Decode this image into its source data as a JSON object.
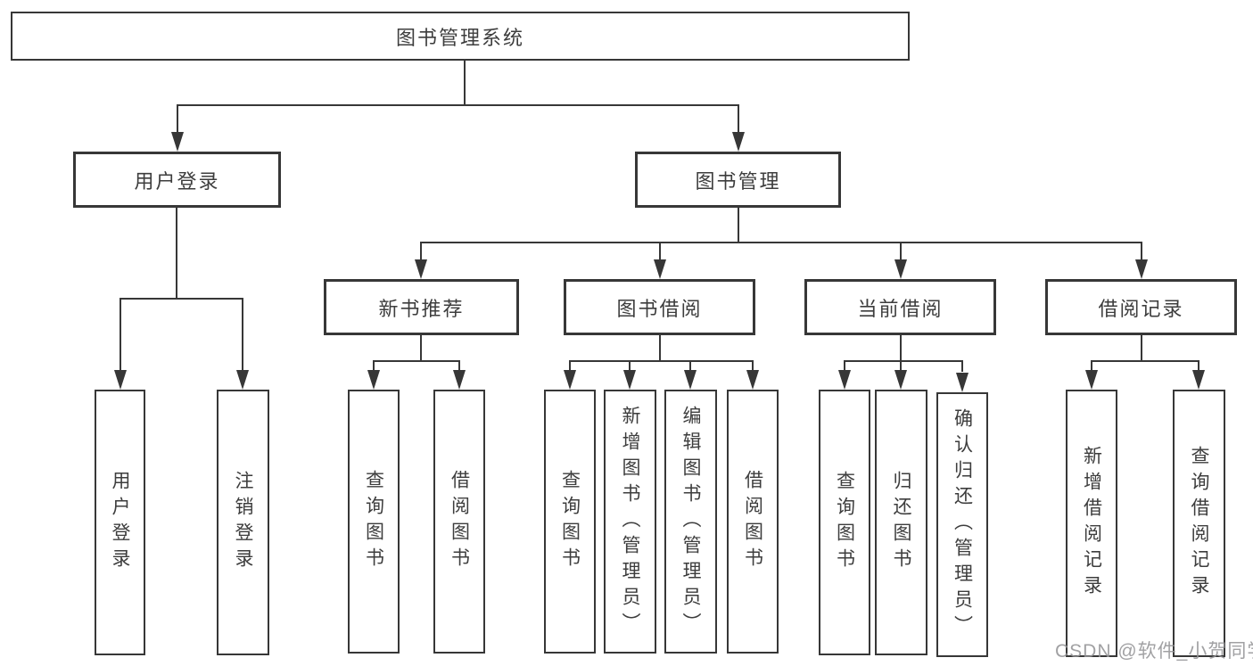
{
  "watermark": "CSDN @软件_小贺同学",
  "colors": {
    "line": "#373737",
    "text": "#3d3d3d",
    "background": "#ffffff",
    "watermark": "#949496"
  },
  "chart_type": "hierarchy-diagram",
  "tree": {
    "root": {
      "label": "图书管理系统",
      "children": [
        {
          "label": "用户登录",
          "children": [
            {
              "label": "用户登录"
            },
            {
              "label": "注销登录"
            }
          ]
        },
        {
          "label": "图书管理",
          "children": [
            {
              "label": "新书推荐",
              "children": [
                {
                  "label": "查询图书"
                },
                {
                  "label": "借阅图书"
                }
              ]
            },
            {
              "label": "图书借阅",
              "children": [
                {
                  "label": "查询图书"
                },
                {
                  "label": "新增图书（管理员）"
                },
                {
                  "label": "编辑图书（管理员）"
                },
                {
                  "label": "借阅图书"
                }
              ]
            },
            {
              "label": "当前借阅",
              "children": [
                {
                  "label": "查询图书"
                },
                {
                  "label": "归还图书"
                },
                {
                  "label": "确认归还（管理员）"
                }
              ]
            },
            {
              "label": "借阅记录",
              "children": [
                {
                  "label": "新增借阅记录"
                },
                {
                  "label": "查询借阅记录"
                }
              ]
            }
          ]
        }
      ]
    }
  }
}
